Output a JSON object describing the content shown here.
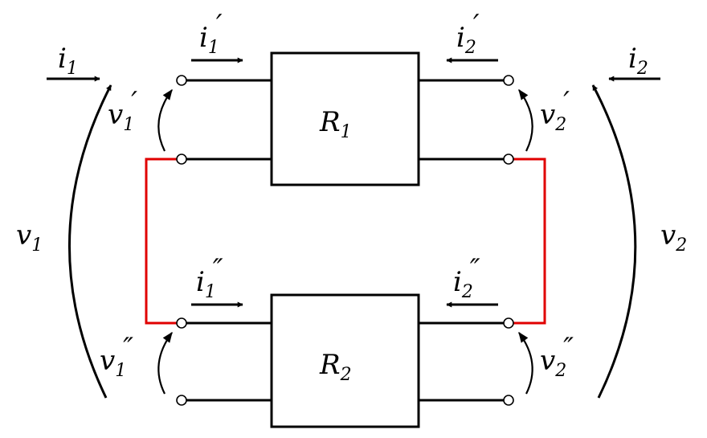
{
  "colors": {
    "link": "#e00000",
    "wire": "#000000"
  },
  "blocks": {
    "top": "R",
    "top_sub": "1",
    "bottom": "R",
    "bottom_sub": "2"
  },
  "labels": {
    "i1": {
      "main": "i",
      "sub": "1"
    },
    "i2": {
      "main": "i",
      "sub": "2"
    },
    "i1p": {
      "main": "i",
      "sub": "1",
      "mark": "′"
    },
    "i2p": {
      "main": "i",
      "sub": "2",
      "mark": "′"
    },
    "i1pp": {
      "main": "i",
      "sub": "1",
      "mark": "″"
    },
    "i2pp": {
      "main": "i",
      "sub": "2",
      "mark": "″"
    },
    "v1": {
      "main": "v",
      "sub": "1"
    },
    "v2": {
      "main": "v",
      "sub": "2"
    },
    "v1p": {
      "main": "v",
      "sub": "1",
      "mark": "′"
    },
    "v2p": {
      "main": "v",
      "sub": "2",
      "mark": "′"
    },
    "v1pp": {
      "main": "v",
      "sub": "1",
      "mark": "″"
    },
    "v2pp": {
      "main": "v",
      "sub": "2",
      "mark": "″"
    }
  }
}
